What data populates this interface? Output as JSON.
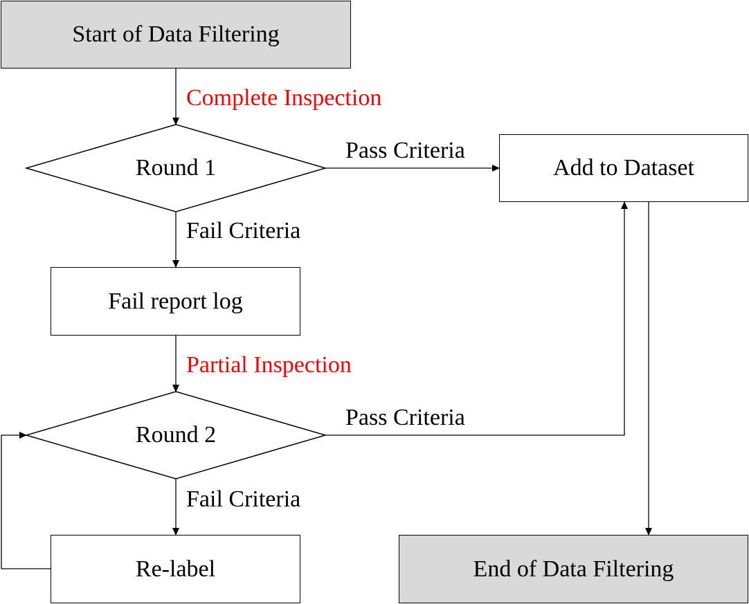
{
  "nodes": {
    "start": "Start of Data Filtering",
    "round1": "Round 1",
    "add_dataset": "Add to Dataset",
    "fail_log": "Fail report log",
    "round2": "Round 2",
    "relabel": "Re-label",
    "end": "End of Data Filtering"
  },
  "edges": {
    "complete_inspection": "Complete Inspection",
    "round1_pass": "Pass Criteria",
    "round1_fail": "Fail Criteria",
    "partial_inspection": "Partial Inspection",
    "round2_pass": "Pass Criteria",
    "round2_fail": "Fail Criteria"
  },
  "colors": {
    "terminal_fill": "#d9d9d9",
    "inspection_text": "#ff0000",
    "stroke": "#000000"
  }
}
